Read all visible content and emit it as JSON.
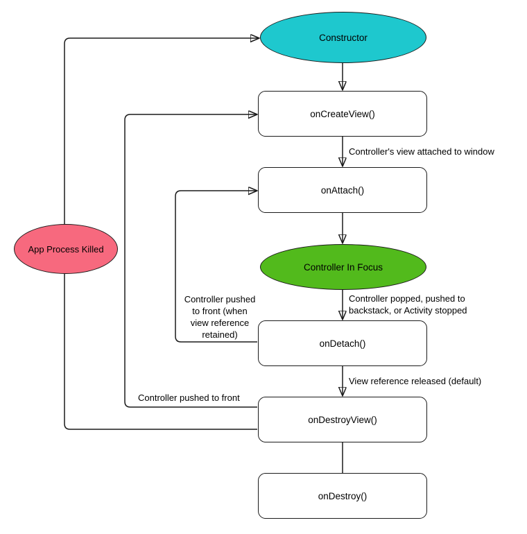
{
  "diagram": {
    "colors": {
      "constructor_fill": "#1ec8ce",
      "in_focus_fill": "#52ba1c",
      "process_killed_fill": "#f7697e",
      "node_fill": "#ffffff",
      "node_border": "#1a1a1a",
      "edge": "#1a1a1a"
    },
    "nodes": {
      "constructor": {
        "label": "Constructor"
      },
      "on_create_view": {
        "label": "onCreateView()"
      },
      "on_attach": {
        "label": "onAttach()"
      },
      "controller_in_focus": {
        "label": "Controller In Focus"
      },
      "on_detach": {
        "label": "onDetach()"
      },
      "on_destroy_view": {
        "label": "onDestroyView()"
      },
      "on_destroy": {
        "label": "onDestroy()"
      },
      "app_process_killed": {
        "label": "App Process Killed"
      }
    },
    "edge_labels": {
      "view_attached": "Controller's view attached to window",
      "controller_popped": "Controller popped, pushed to\nbackstack, or Activity stopped",
      "view_released": "View reference released (default)",
      "pushed_to_front": "Controller pushed to front",
      "pushed_to_front_retained": "Controller pushed\nto front (when\nview reference\nretained)"
    }
  }
}
